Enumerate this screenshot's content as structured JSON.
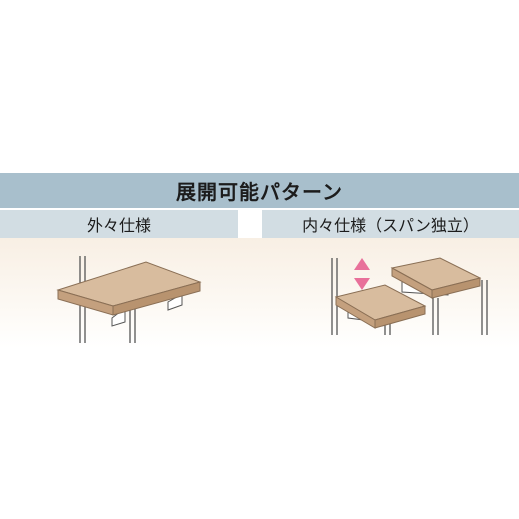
{
  "title": "展開可能パターン",
  "panels": [
    {
      "label": "外々仕様"
    },
    {
      "label": "内々仕様（スパン独立）"
    }
  ],
  "colors": {
    "title_bar": "#a8bfcc",
    "sub_header": "#d2dde3",
    "shelf_top": "#d8bc9e",
    "shelf_edge": "#c4a07e",
    "arrow": "#e8709a"
  },
  "icons": [
    "up-down-arrow-icon"
  ]
}
